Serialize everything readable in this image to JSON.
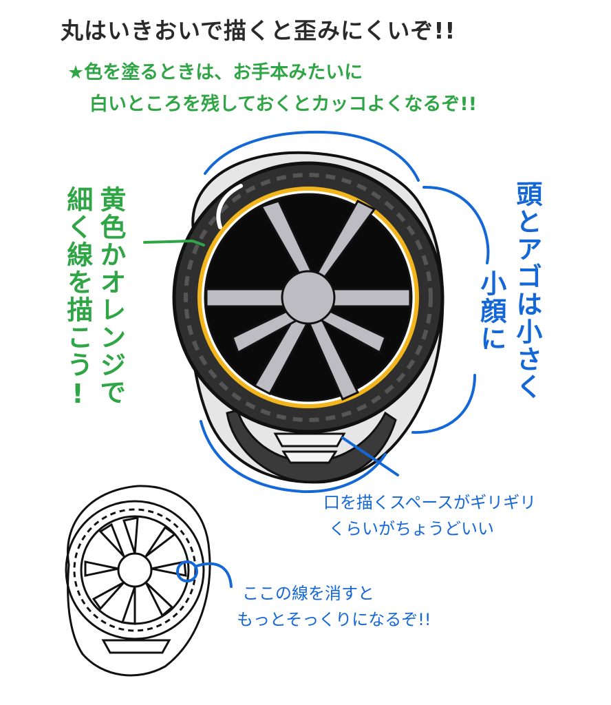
{
  "title": "丸はいきおいで描くと歪みにくいぞ!!",
  "tip": {
    "star_icon": "star-icon",
    "line1": "色を塗るときは、お手本みたいに",
    "line2": "白いところを残しておくとカッコよくなるぞ!!"
  },
  "annotations": {
    "outline_col1": "黄色かオレンジで",
    "outline_col2": "細く線を描こう!",
    "face_col1": "頭とアゴは小さく",
    "face_col2": "小顔に",
    "mouth_line1": "口を描くスペースがギリギリ",
    "mouth_line2": "くらいがちょうどいい",
    "erase_line1": "ここの線を消すと",
    "erase_line2": "もっとそっくりになるぞ!!"
  },
  "colors": {
    "green": "#2fa546",
    "blue": "#1467d6",
    "tire": "#3a3a3a",
    "rim_outline": "#f2b51c",
    "spokes": "#bcbcc2",
    "hub_dark": "#0a0a0a"
  }
}
